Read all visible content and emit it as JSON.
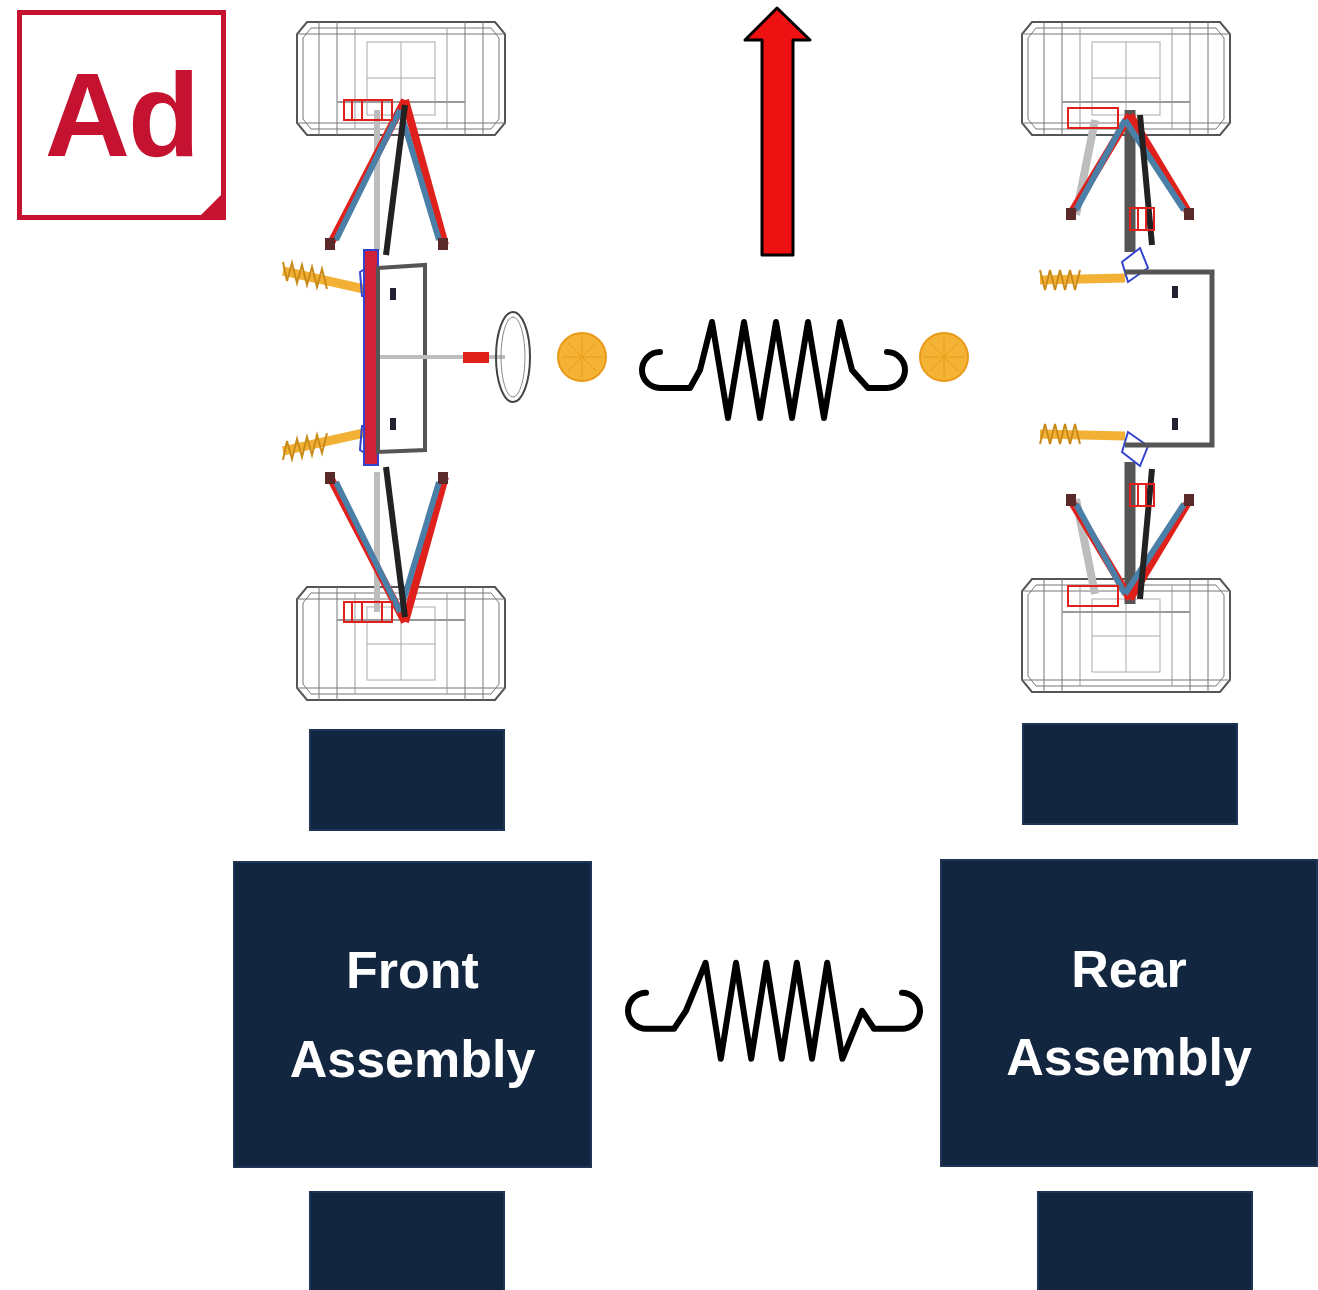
{
  "diagram": {
    "nodes": [
      {
        "text": [
          "Ad"
        ]
      },
      {
        "text": [
          "Front Assembly"
        ]
      },
      {
        "text": [
          "Rear Assembly"
        ]
      }
    ],
    "edges": [
      {
        "from": 1,
        "to": 2,
        "arrow": "none"
      }
    ]
  }
}
